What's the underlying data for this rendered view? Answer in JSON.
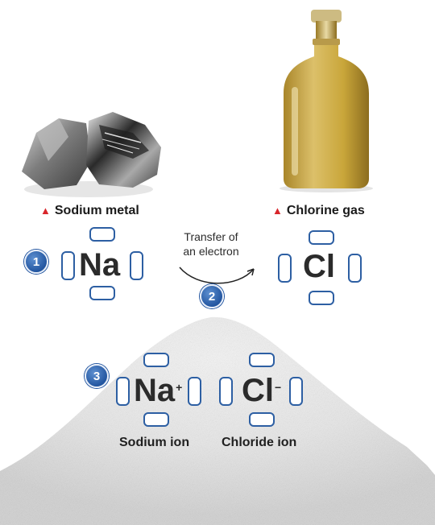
{
  "captions": {
    "sodium": "Sodium metal",
    "chlorine": "Chlorine gas"
  },
  "markers": {
    "triangle": "▲"
  },
  "symbols": {
    "na": "Na",
    "cl": "Cl",
    "na_ion": "Na",
    "na_charge": "+",
    "cl_ion": "Cl",
    "cl_charge": "−"
  },
  "transfer": {
    "line1": "Transfer of",
    "line2": "an electron"
  },
  "steps": {
    "one": "1",
    "two": "2",
    "three": "3"
  },
  "ion_labels": {
    "sodium": "Sodium ion",
    "chloride": "Chloride ion"
  },
  "colors": {
    "step_blue": "#2356a0",
    "slot_blue": "#2d5fa3",
    "marker_red": "#d8262b",
    "liquid_amber": "#c9a63a"
  },
  "icons": {
    "sodium_photo": "sodium-metal-photo",
    "bottle_photo": "chlorine-bottle-photo",
    "salt_photo": "salt-pile-photo",
    "arrow": "curved-arrow-icon"
  }
}
